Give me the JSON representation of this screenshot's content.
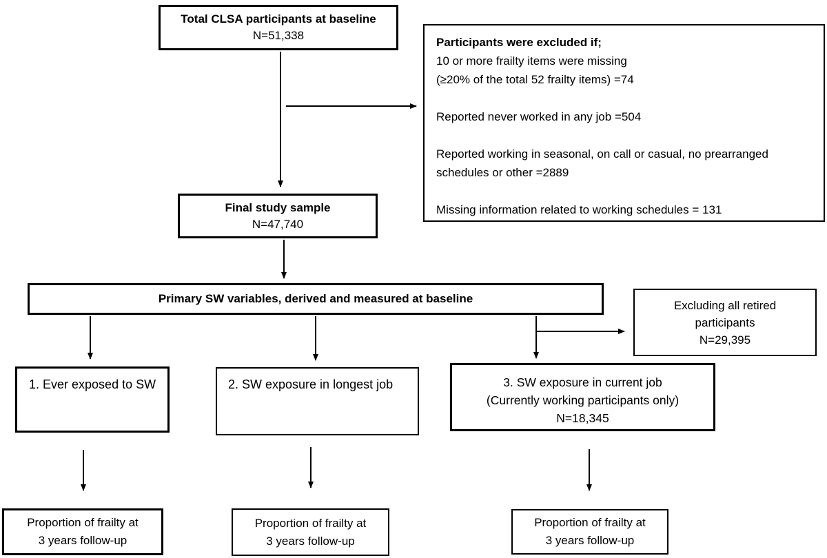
{
  "diagram": {
    "top_box": {
      "title": "Total CLSA participants at baseline",
      "n": "N=51,338"
    },
    "exclusion_box": {
      "title": "Participants were excluded if;",
      "lines": [
        "10 or more frailty items were missing",
        "(≥20% of the total 52 frailty items) =74",
        "Reported never worked in any job =504",
        "Reported working in seasonal, on call or casual, no prearranged schedules or other =2889",
        "Missing information related to working schedules = 131"
      ]
    },
    "final_box": {
      "title": "Final study sample",
      "n": "N=47,740"
    },
    "primary_box": {
      "title": "Primary SW variables, derived and measured at baseline"
    },
    "excluding_box": {
      "line1": "Excluding all retired",
      "line2": "participants",
      "n": "N=29,395"
    },
    "exposure_boxes": [
      {
        "label": "1. Ever exposed to SW"
      },
      {
        "label": "2. SW exposure in longest job"
      },
      {
        "label": "3. SW exposure in current job",
        "sub": "(Currently working participants only)",
        "n": "N=18,345"
      }
    ],
    "outcome_boxes": [
      {
        "line1": "Proportion of frailty at",
        "line2": "3 years follow-up"
      },
      {
        "line1": "Proportion of frailty at",
        "line2": "3 years follow-up"
      },
      {
        "line1": "Proportion of frailty at",
        "line2": "3 years follow-up"
      }
    ]
  },
  "colors": {
    "border": "#000000",
    "background": "#ffffff",
    "text": "#000000"
  }
}
